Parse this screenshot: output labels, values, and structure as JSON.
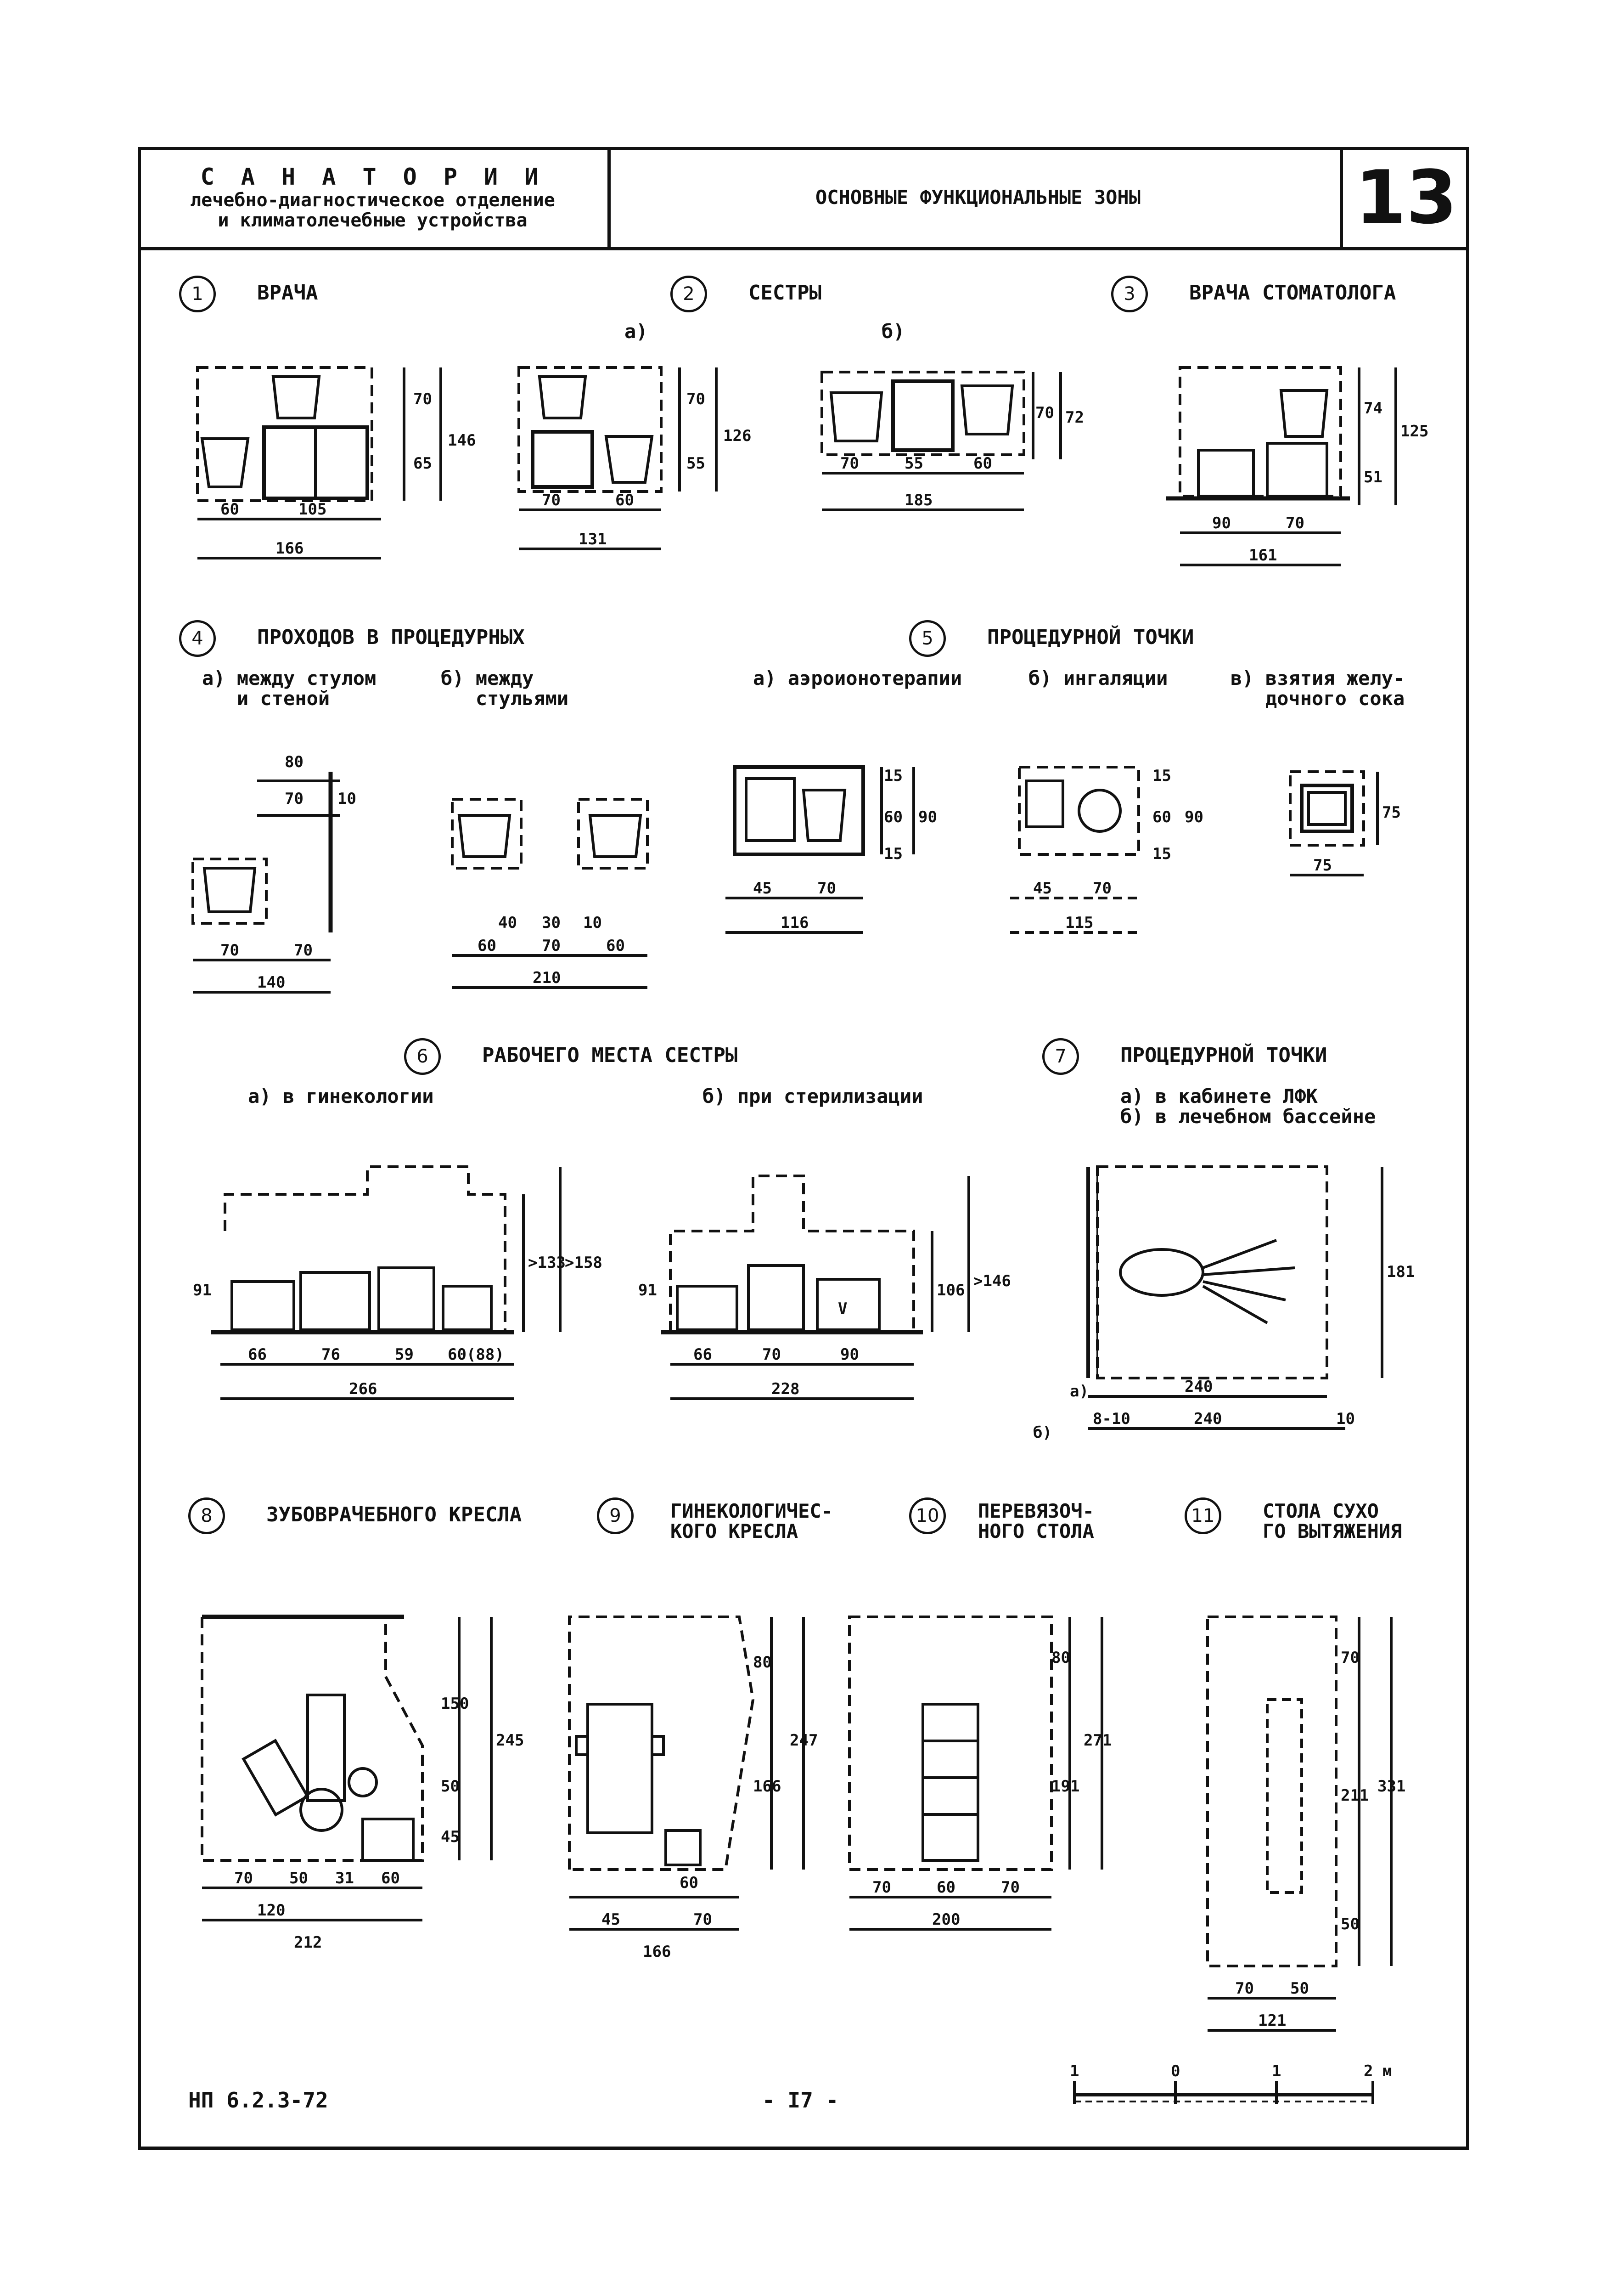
{
  "header": {
    "title": "С А Н А Т О Р И И",
    "subtitle_1": "лечебно-диагностическое отделение",
    "subtitle_2": "и климатолечебные устройства",
    "section": "ОСНОВНЫЕ ФУНКЦИОНАЛЬНЫЕ ЗОНЫ",
    "sheet": "13"
  },
  "sections": [
    {
      "num": "1",
      "title": "ВРАЧА"
    },
    {
      "num": "2",
      "title": "СЕСТРЫ",
      "a": "а)",
      "b": "б)"
    },
    {
      "num": "3",
      "title": "ВРАЧА СТОМАТОЛОГА"
    },
    {
      "num": "4",
      "title": "ПРОХОДОВ В ПРОЦЕДУРНЫХ",
      "a": "а) между стулом\n   и стеной",
      "b": "б) между\n   стульями"
    },
    {
      "num": "5",
      "title": "ПРОЦЕДУРНОЙ ТОЧКИ",
      "a": "а) аэроионотерапии",
      "b": "б) ингаляции",
      "c": "в) взятия желу-\n   дочного сока"
    },
    {
      "num": "6",
      "title": "РАБОЧЕГО МЕСТА СЕСТРЫ",
      "a": "а) в гинекологии",
      "b": "б) при стерилизации"
    },
    {
      "num": "7",
      "title": "ПРОЦЕДУРНОЙ ТОЧКИ",
      "a": "а) в кабинете ЛФК\nб) в лечебном бассейне"
    },
    {
      "num": "8",
      "title": "ЗУБОВРАЧЕБНОГО КРЕСЛА"
    },
    {
      "num": "9",
      "title": "ГИНЕКОЛОГИЧЕС-\nКОГО КРЕСЛА"
    },
    {
      "num": "10",
      "title": "ПЕРЕВЯЗОЧ-\nНОГО СТОЛА"
    },
    {
      "num": "11",
      "title": "СТОЛА СУХО\nГО ВЫТЯЖЕНИЯ"
    }
  ],
  "dimensions": {
    "d1": [
      "60",
      "105",
      "166",
      "70",
      "65",
      "146"
    ],
    "d2a": [
      "70",
      "60",
      "131",
      "70",
      "55",
      "126"
    ],
    "d2b": [
      "70",
      "55",
      "60",
      "185",
      "70",
      "72"
    ],
    "d3": [
      "90",
      "70",
      "161",
      "74",
      "51",
      "125"
    ],
    "d4a": [
      "80",
      "70",
      "10",
      "70",
      "70",
      "140"
    ],
    "d4b": [
      "40",
      "30",
      "10",
      "60",
      "70",
      "60",
      "210"
    ],
    "d5a": [
      "45",
      "70",
      "116",
      "15",
      "60",
      "15",
      "90"
    ],
    "d5b": [
      "45",
      "70",
      "115",
      "15",
      "60",
      "15",
      "90"
    ],
    "d5c": [
      "75",
      "75"
    ],
    "d6a": [
      "66",
      "76",
      "59",
      "60(88)",
      "266",
      "91",
      ">133",
      ">158"
    ],
    "d6b": [
      "66",
      "70",
      "90",
      "228",
      "91",
      "106",
      ">146"
    ],
    "d7": [
      "240",
      "8-10",
      "240",
      "10",
      "181",
      "а)",
      "б)"
    ],
    "d8": [
      "70",
      "50",
      "31",
      "60",
      "120",
      "212",
      "150",
      "50",
      "45",
      "245"
    ],
    "d9": [
      "60",
      "45",
      "70",
      "166",
      "80",
      "166",
      "247"
    ],
    "d10": [
      "70",
      "60",
      "70",
      "200",
      "80",
      "191",
      "271"
    ],
    "d11": [
      "70",
      "50",
      "121",
      "70",
      "211",
      "50",
      "331"
    ]
  },
  "scale": {
    "labels": [
      "1",
      "0",
      "1",
      "2 м"
    ]
  },
  "footer": {
    "code": "НП 6.2.3-72",
    "page": "- I7 -"
  }
}
